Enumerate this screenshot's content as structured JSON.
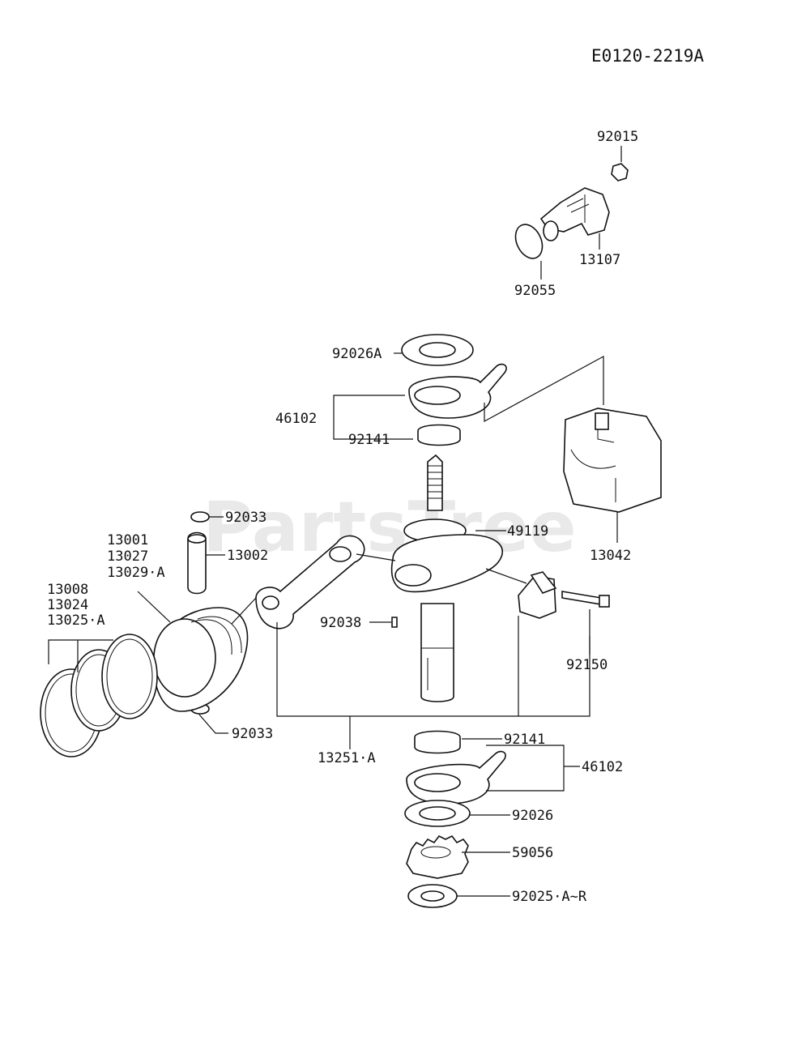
{
  "drawing_code": "E0120-2219A",
  "watermark": {
    "text": "PartsTree",
    "mark": "™"
  },
  "labels": {
    "p92015": "92015",
    "p13107": "13107",
    "p92055": "92055",
    "p92026A": "92026A",
    "p46102_top": "46102",
    "p92141_top": "92141",
    "p13042": "13042",
    "p49119": "49119",
    "p92033_top": "92033",
    "p13001": "13001",
    "p13027": "13027",
    "p13029A": "13029·A",
    "p13002": "13002",
    "p13008": "13008",
    "p13024": "13024",
    "p13025A": "13025·A",
    "p92038": "92038",
    "p92150": "92150",
    "p92033_bot": "92033",
    "p13251A": "13251·A",
    "p92141_bot": "92141",
    "p46102_bot": "46102",
    "p92026": "92026",
    "p59056": "59056",
    "p92025": "92025·A~R"
  }
}
